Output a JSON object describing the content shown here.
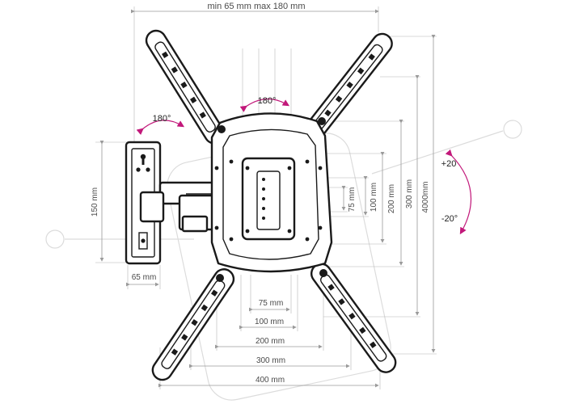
{
  "dimensions": {
    "arm_extension": "min 65 mm max 180 mm",
    "plate_height": "150 mm",
    "plate_width": "65 mm",
    "h_75": "75 mm",
    "h_100": "100 mm",
    "h_200": "200 mm",
    "h_300": "300 mm",
    "h_400": "400 mm",
    "v_75": "75 mm",
    "v_100": "100 mm",
    "v_200": "200 mm",
    "v_300": "300 mm",
    "v_400": "4000mm"
  },
  "rotation": {
    "swivel": "180°",
    "rotate": "180°",
    "tilt_up": "+20",
    "tilt_down": "-20°"
  },
  "colors": {
    "accent": "#c2187a",
    "line": "#1a1a1a",
    "dimension": "#9a9a9a"
  }
}
